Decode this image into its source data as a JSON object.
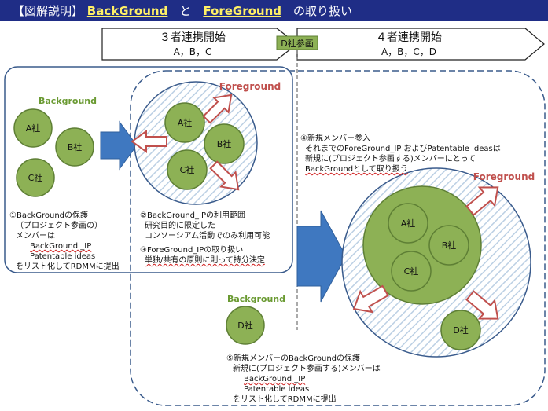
{
  "title": {
    "prefix": "【図解説明】",
    "background": "BackGround",
    "and": "と",
    "foreground": "ForeGround",
    "suffix": "の取り扱い"
  },
  "phase1": {
    "heading": "３者連携開始",
    "members": "A，B，C"
  },
  "event_label": "D社参画",
  "phase2": {
    "heading": "４者連携開始",
    "members": "A，B，C，D"
  },
  "labels": {
    "background": "Background",
    "foreground": "Foreground",
    "company_a": "A社",
    "company_b": "B社",
    "company_c": "C社",
    "company_d": "D社"
  },
  "notes": {
    "note1": [
      "①BackGroundの保護",
      "（プロジェクト参画の）",
      "メンバーは",
      "BackGround _IP",
      "Patentable ideas",
      "をリスト化してRDMMに提出"
    ],
    "note2": [
      "②BackGround_IPの利用範囲",
      "研究目的に限定した",
      "コンソーシアム活動でのみ利用可能"
    ],
    "note3": [
      "③ForeGround_IPの取り扱い",
      "単独/共有の原則に則って持分決定"
    ],
    "note4": [
      "④新規メンバー参入",
      "それまでのForeGround_IP およびPatentable ideasは",
      "新規に(プロジェクト参画する)メンバーにとって",
      "BackGroundとして取り扱う"
    ],
    "note5": [
      "⑤新規メンバーのBackGroundの保護",
      "新規に(プロジェクト参画する)メンバーは",
      "BackGround _IP",
      "Patentable ideas",
      "をリスト化してRDMMに提出"
    ]
  },
  "colors": {
    "title_bg": "#1f2d86",
    "title_highlight": "#fff066",
    "circle_fill": "#8db155",
    "circle_stroke": "#5e7f35",
    "background_label": "#6a9a32",
    "foreground_label": "#c0504d",
    "arrow_blue": "#3f78c0",
    "frame_blue": "#3a5b8c"
  }
}
